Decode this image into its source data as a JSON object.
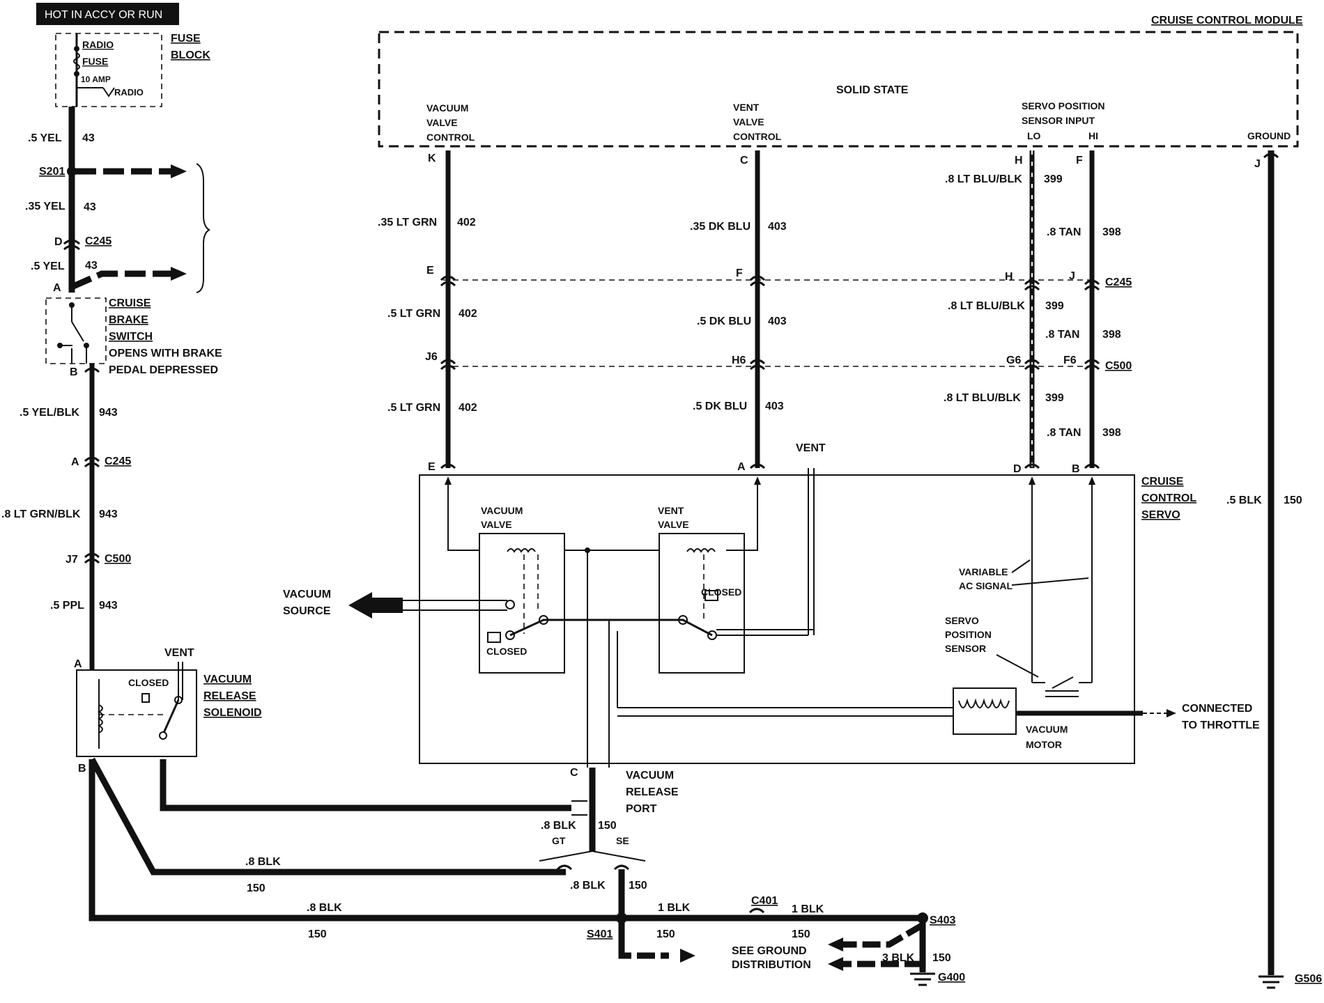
{
  "header": {
    "power_label": "HOT IN ACCY OR RUN"
  },
  "fuse_block": {
    "fuse_name_1": "RADIO",
    "fuse_name_2": "FUSE",
    "rating": "10 AMP",
    "radio_label": "RADIO",
    "block_label_1": "FUSE",
    "block_label_2": "BLOCK"
  },
  "module": {
    "name": "CRUISE CONTROL MODULE",
    "type": "SOLID STATE",
    "vacuum_label": [
      "VACUUM",
      "VALVE",
      "CONTROL"
    ],
    "vent_label": [
      "VENT",
      "VALVE",
      "CONTROL"
    ],
    "servo_label": [
      "SERVO POSITION",
      "SENSOR INPUT"
    ],
    "lo": "LO",
    "hi": "HI",
    "ground": "GROUND"
  },
  "left_circuit": {
    "w1_size": ".5 YEL",
    "w1_num": "43",
    "splice": "S201",
    "w2_size": ".35 YEL",
    "w2_num": "43",
    "c245_pin": "D",
    "c245": "C245",
    "w3_size": ".5 YEL",
    "w3_num": "43",
    "switch_pin_a": "A",
    "switch_label": [
      "CRUISE",
      "BRAKE",
      "SWITCH"
    ],
    "switch_note": [
      "OPENS WITH BRAKE",
      "PEDAL DEPRESSED"
    ],
    "switch_pin_b": "B",
    "w4_size": ".5 YEL/BLK",
    "w4_num": "943",
    "c245b_pin": "A",
    "c245b": "C245",
    "w5_size": ".8 LT GRN/BLK",
    "w5_num": "943",
    "c500_pin": "J7",
    "c500": "C500",
    "w6_size": ".5 PPL",
    "w6_num": "943",
    "sol_pin_a": "A",
    "sol_vent": "VENT",
    "sol_closed": "CLOSED",
    "sol_label": [
      "VACUUM",
      "RELEASE",
      "SOLENOID"
    ],
    "sol_pin_b": "B"
  },
  "columns": {
    "vacuum": {
      "pin_k": "K",
      "w1_size": ".35 LT GRN",
      "w1_num": "402",
      "pin_e": "E",
      "w2_size": ".5 LT GRN",
      "w2_num": "402",
      "pin_j6": "J6",
      "w3_size": ".5 LT GRN",
      "w3_num": "402",
      "pin_end": "E"
    },
    "vent": {
      "pin_c": "C",
      "w1_size": ".35 DK BLU",
      "w1_num": "403",
      "pin_f": "F",
      "w2_size": ".5 DK BLU",
      "w2_num": "403",
      "pin_h6": "H6",
      "w3_size": ".5 DK BLU",
      "w3_num": "403",
      "pin_end": "A"
    },
    "lo": {
      "pin_h": "H",
      "w1_size": ".8 LT BLU/BLK",
      "w1_num": "399",
      "pin_h2": "H",
      "w2_size": ".8 LT BLU/BLK",
      "w2_num": "399",
      "pin_g6": "G6",
      "w3_size": ".8 LT BLU/BLK",
      "w3_num": "399",
      "pin_end": "D"
    },
    "hi": {
      "pin_f": "F",
      "w1_size": ".8 TAN",
      "w1_num": "398",
      "pin_j": "J",
      "c245": "C245",
      "w2_size": ".8 TAN",
      "w2_num": "398",
      "pin_f6": "F6",
      "c500": "C500",
      "w3_size": ".8 TAN",
      "w3_num": "398",
      "pin_end": "B"
    },
    "ground": {
      "pin_j": "J",
      "w_size": ".5 BLK",
      "w_num": "150",
      "ground": "G506"
    }
  },
  "servo": {
    "label": [
      "CRUISE",
      "CONTROL",
      "SERVO"
    ],
    "vent_top": "VENT",
    "vacuum_valve": [
      "VACUUM",
      "VALVE"
    ],
    "vent_valve": [
      "VENT",
      "VALVE"
    ],
    "closed_left": "CLOSED",
    "closed_right": "CLOSED",
    "vacuum_source": [
      "VACUUM",
      "SOURCE"
    ],
    "variable_ac": [
      "VARIABLE",
      "AC SIGNAL"
    ],
    "position_sensor": [
      "SERVO",
      "POSITION",
      "SENSOR"
    ],
    "vacuum_motor": [
      "VACUUM",
      "MOTOR"
    ],
    "throttle": [
      "CONNECTED",
      "TO THROTTLE"
    ],
    "port_pin": "C",
    "port_label": [
      "VACUUM",
      "RELEASE",
      "PORT"
    ]
  },
  "bottom": {
    "w_port_left": ".8 BLK",
    "w_port_right": "150",
    "gt": "GT",
    "se": "SE",
    "w_a_size": ".8 BLK",
    "w_a_num": "150",
    "w_b_size": ".8 BLK",
    "w_b_num": "150",
    "w_c_size": ".8 BLK",
    "w_c_num": "150",
    "splice": "S401",
    "w_d_size": "1 BLK",
    "w_d_num": "150",
    "c401": "C401",
    "w_e_size": "1 BLK",
    "w_e_num": "150",
    "s403": "S403",
    "w_f_size": "3 BLK",
    "w_f_num": "150",
    "see_ground": [
      "SEE GROUND",
      "DISTRIBUTION"
    ],
    "g400": "G400"
  }
}
